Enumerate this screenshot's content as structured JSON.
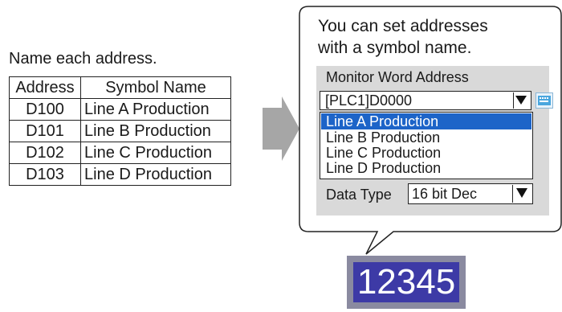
{
  "intro_text": "Name each address.",
  "symbol_table": {
    "headers": [
      "Address",
      "Symbol Name"
    ],
    "rows": [
      [
        "D100",
        "Line A Production"
      ],
      [
        "D101",
        "Line B Production"
      ],
      [
        "D102",
        "Line C Production"
      ],
      [
        "D103",
        "Line D Production"
      ]
    ]
  },
  "callout": {
    "line1": "You can set addresses",
    "line2": "with a symbol name."
  },
  "settings_panel": {
    "monitor_label": "Monitor Word Address",
    "monitor_value": "[PLC1]D0000",
    "dropdown_options": [
      "Line A Production",
      "Line B Production",
      "Line C Production",
      "Line D Production"
    ],
    "selected_option": "Line A Production",
    "data_type_label": "Data Type",
    "data_type_value": "16 bit Dec"
  },
  "display_value": "12345",
  "colors": {
    "selection": "#1d64c8",
    "panel": "#d9d9d9",
    "display_frame": "#8a8aa0",
    "display_face": "#3d3aa6",
    "arrow": "#a6a6a6"
  },
  "icons": [
    "right-arrow-icon",
    "dropdown-arrow-icon",
    "keypad-icon"
  ]
}
